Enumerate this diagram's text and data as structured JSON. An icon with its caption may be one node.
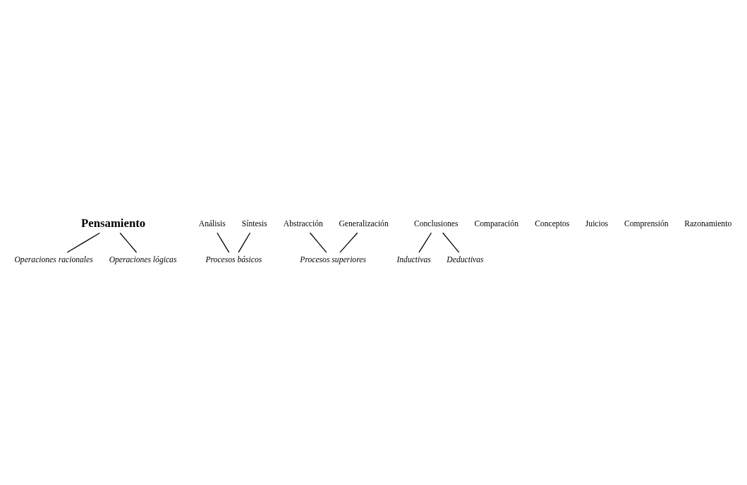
{
  "diagram": {
    "nodes": [
      {
        "text": [
          "Pensamiento"
        ]
      },
      {
        "text": [
          "Operaciones racionales"
        ]
      },
      {
        "text": [
          "Operaciones lógicas"
        ]
      },
      {
        "text": [
          "Análisis"
        ]
      },
      {
        "text": [
          "Síntesis"
        ]
      },
      {
        "text": [
          "Procesos básicos"
        ]
      },
      {
        "text": [
          "Abstracción"
        ]
      },
      {
        "text": [
          "Generalización"
        ]
      },
      {
        "text": [
          "Procesos superiores"
        ]
      },
      {
        "text": [
          "Conclusiones"
        ]
      },
      {
        "text": [
          "Inductivas"
        ]
      },
      {
        "text": [
          "Deductivas"
        ]
      }
    ],
    "edges": [
      {
        "from": 0,
        "to": 1,
        "arrow": "none"
      },
      {
        "from": 0,
        "to": 2,
        "arrow": "none"
      },
      {
        "from": 3,
        "to": 5,
        "arrow": "none"
      },
      {
        "from": 4,
        "to": 5,
        "arrow": "none"
      },
      {
        "from": 6,
        "to": 8,
        "arrow": "none"
      },
      {
        "from": 7,
        "to": 8,
        "arrow": "none"
      },
      {
        "from": 9,
        "to": 10,
        "arrow": "none"
      },
      {
        "from": 9,
        "to": 11,
        "arrow": "none"
      }
    ],
    "labels": [
      "Comparación",
      "Conceptos",
      "Juicios",
      "Comprensión",
      "Razonamiento"
    ]
  }
}
